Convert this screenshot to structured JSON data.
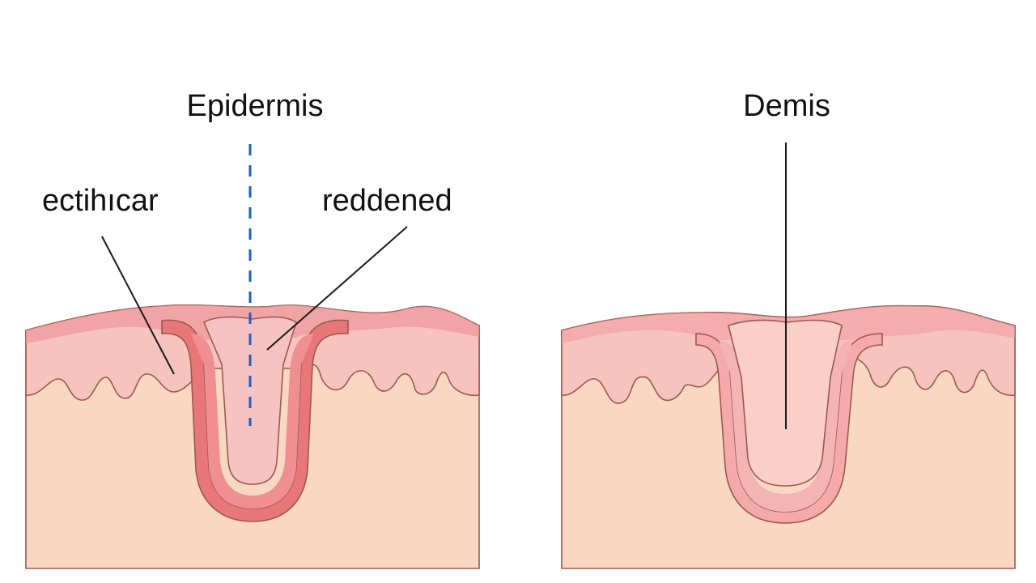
{
  "labels": {
    "epidermis": "Epidermis",
    "dermis": "Demis",
    "left_callout": "ectihıcar",
    "right_callout": "reddened"
  },
  "colors": {
    "dermis_fill": "#f8d8c2",
    "epidermis_layer": "#f6c3bf",
    "inflamed_rim": "#ee8a8c",
    "inner_core": "#f7c2c2",
    "guide_line": "#1f5fbf",
    "leader_line": "#1a1a1a"
  }
}
